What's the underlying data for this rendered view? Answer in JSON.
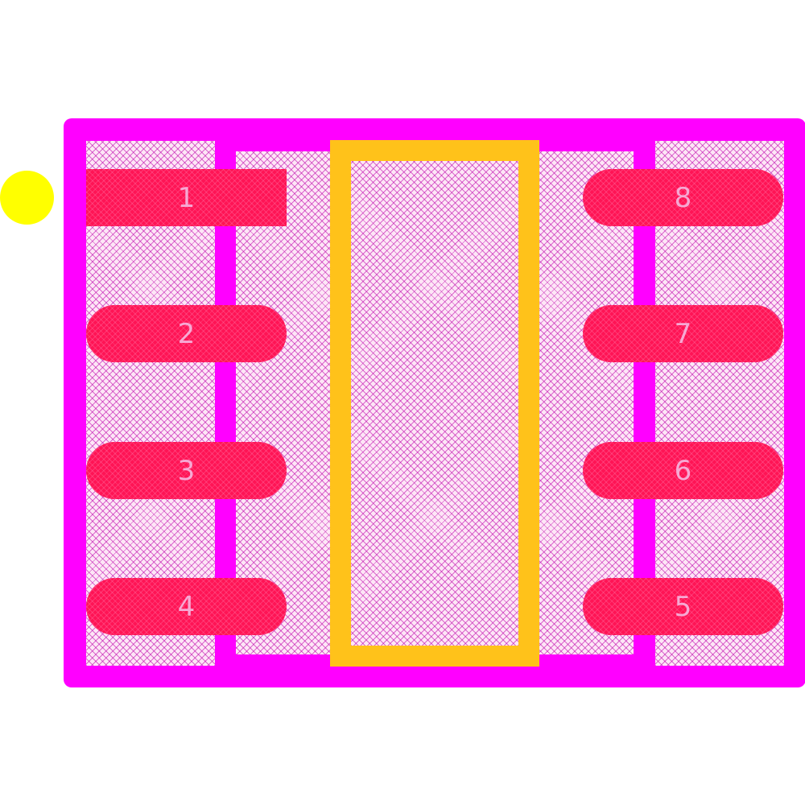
{
  "colors": {
    "courtyard": "#ff00ff",
    "body_outline": "#ffc21a",
    "pad": "#ff1455",
    "pad_label": "#f6a9d4",
    "pin1_marker": "#ffff00",
    "background": "#ffffff"
  },
  "pads": {
    "left": [
      {
        "number": "1",
        "shape": "rect"
      },
      {
        "number": "2",
        "shape": "oval"
      },
      {
        "number": "3",
        "shape": "oval"
      },
      {
        "number": "4",
        "shape": "oval"
      }
    ],
    "right": [
      {
        "number": "8",
        "shape": "oval"
      },
      {
        "number": "7",
        "shape": "oval"
      },
      {
        "number": "6",
        "shape": "oval"
      },
      {
        "number": "5",
        "shape": "oval"
      }
    ]
  }
}
